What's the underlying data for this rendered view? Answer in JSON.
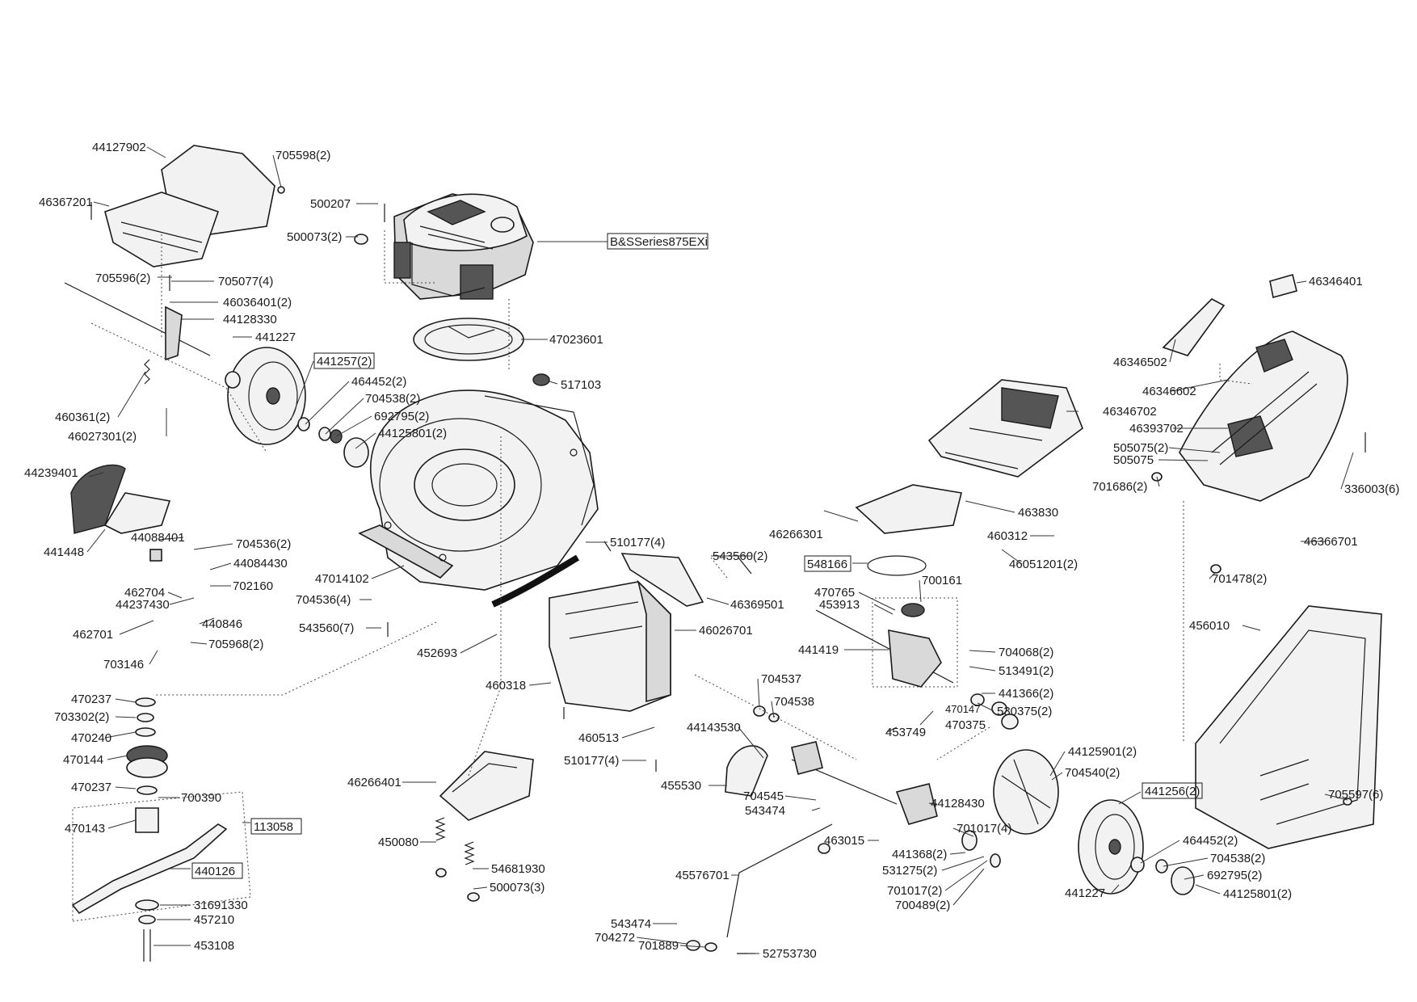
{
  "labels": [
    {
      "id": "l1",
      "text": "44127902"
    },
    {
      "id": "l2",
      "text": "705598(2)"
    },
    {
      "id": "l3",
      "text": "46367201"
    },
    {
      "id": "l4",
      "text": "705596(2)"
    },
    {
      "id": "l5",
      "text": "705077(4)"
    },
    {
      "id": "l6",
      "text": "46036401(2)"
    },
    {
      "id": "l7",
      "text": "44128330"
    },
    {
      "id": "l8",
      "text": "441227"
    },
    {
      "id": "l9",
      "text": "441257(2)",
      "boxed": true
    },
    {
      "id": "l10",
      "text": "464452(2)"
    },
    {
      "id": "l11",
      "text": "704538(2)"
    },
    {
      "id": "l12",
      "text": "692795(2)"
    },
    {
      "id": "l13",
      "text": "44125801(2)"
    },
    {
      "id": "l14",
      "text": "460361(2)"
    },
    {
      "id": "l15",
      "text": "46027301(2)"
    },
    {
      "id": "l16",
      "text": "500207"
    },
    {
      "id": "l17",
      "text": "500073(2)"
    },
    {
      "id": "l18",
      "text": "B&SSeries875EXi",
      "boxed": true
    },
    {
      "id": "l19",
      "text": "47023601"
    },
    {
      "id": "l20",
      "text": "517103"
    },
    {
      "id": "l21",
      "text": "44239401"
    },
    {
      "id": "l22",
      "text": "44088401"
    },
    {
      "id": "l23",
      "text": "441448"
    },
    {
      "id": "l24",
      "text": "704536(2)"
    },
    {
      "id": "l25",
      "text": "44084430"
    },
    {
      "id": "l26",
      "text": "462704"
    },
    {
      "id": "l27",
      "text": "702160"
    },
    {
      "id": "l28",
      "text": "44237430"
    },
    {
      "id": "l29",
      "text": "440846"
    },
    {
      "id": "l30",
      "text": "462701"
    },
    {
      "id": "l31",
      "text": "705968(2)"
    },
    {
      "id": "l32",
      "text": "703146"
    },
    {
      "id": "l33",
      "text": "47014102"
    },
    {
      "id": "l34",
      "text": "704536(4)"
    },
    {
      "id": "l35",
      "text": "543560(7)"
    },
    {
      "id": "l36",
      "text": "510177(4)"
    },
    {
      "id": "l37",
      "text": "543560(2)"
    },
    {
      "id": "l38",
      "text": "46369501"
    },
    {
      "id": "l39",
      "text": "46026701"
    },
    {
      "id": "l40",
      "text": "452693"
    },
    {
      "id": "l41",
      "text": "460318"
    },
    {
      "id": "l42",
      "text": "460513"
    },
    {
      "id": "l43",
      "text": "510177(4)"
    },
    {
      "id": "l44",
      "text": "46266401"
    },
    {
      "id": "l45",
      "text": "450080"
    },
    {
      "id": "l46",
      "text": "54681930"
    },
    {
      "id": "l47",
      "text": "500073(3)"
    },
    {
      "id": "l48",
      "text": "470237"
    },
    {
      "id": "l49",
      "text": "703302(2)"
    },
    {
      "id": "l50",
      "text": "470240"
    },
    {
      "id": "l51",
      "text": "470144"
    },
    {
      "id": "l52",
      "text": "470237"
    },
    {
      "id": "l53",
      "text": "700390"
    },
    {
      "id": "l54",
      "text": "470143"
    },
    {
      "id": "l55",
      "text": "113058",
      "boxed": true
    },
    {
      "id": "l56",
      "text": "440126",
      "boxed": true
    },
    {
      "id": "l57",
      "text": "31691330"
    },
    {
      "id": "l58",
      "text": "457210"
    },
    {
      "id": "l59",
      "text": "453108"
    },
    {
      "id": "l60",
      "text": "46346401"
    },
    {
      "id": "l61",
      "text": "46346502"
    },
    {
      "id": "l62",
      "text": "46346602"
    },
    {
      "id": "l63",
      "text": "46346702"
    },
    {
      "id": "l64",
      "text": "46393702"
    },
    {
      "id": "l65",
      "text": "505075(2)"
    },
    {
      "id": "l66",
      "text": "505075"
    },
    {
      "id": "l67",
      "text": "701686(2)"
    },
    {
      "id": "l68",
      "text": "336003(6)"
    },
    {
      "id": "l69",
      "text": "46266301"
    },
    {
      "id": "l70",
      "text": "463830"
    },
    {
      "id": "l71",
      "text": "460312"
    },
    {
      "id": "l72",
      "text": "46051201(2)"
    },
    {
      "id": "l73",
      "text": "46366701"
    },
    {
      "id": "l74",
      "text": "548166",
      "boxed": true
    },
    {
      "id": "l75",
      "text": "701478(2)"
    },
    {
      "id": "l76",
      "text": "700161"
    },
    {
      "id": "l77",
      "text": "470765"
    },
    {
      "id": "l78",
      "text": "453913"
    },
    {
      "id": "l79",
      "text": "456010"
    },
    {
      "id": "l80",
      "text": "441419"
    },
    {
      "id": "l81",
      "text": "704068(2)"
    },
    {
      "id": "l82",
      "text": "513491(2)"
    },
    {
      "id": "l83",
      "text": "441366(2)"
    },
    {
      "id": "l84",
      "text": "470147"
    },
    {
      "id": "l85",
      "text": "530375(2)"
    },
    {
      "id": "l86",
      "text": "453749"
    },
    {
      "id": "l87",
      "text": "470375"
    },
    {
      "id": "l88",
      "text": "704537"
    },
    {
      "id": "l89",
      "text": "704538"
    },
    {
      "id": "l90",
      "text": "44143530"
    },
    {
      "id": "l91",
      "text": "455530"
    },
    {
      "id": "l92",
      "text": "704545"
    },
    {
      "id": "l93",
      "text": "543474"
    },
    {
      "id": "l94",
      "text": "44125901(2)"
    },
    {
      "id": "l95",
      "text": "704540(2)"
    },
    {
      "id": "l96",
      "text": "441256(2)",
      "boxed": true
    },
    {
      "id": "l97",
      "text": "44128430"
    },
    {
      "id": "l98",
      "text": "705597(6)"
    },
    {
      "id": "l99",
      "text": "463015"
    },
    {
      "id": "l100",
      "text": "701017(4)"
    },
    {
      "id": "l101",
      "text": "441368(2)"
    },
    {
      "id": "l102",
      "text": "531275(2)"
    },
    {
      "id": "l103",
      "text": "464452(2)"
    },
    {
      "id": "l104",
      "text": "704538(2)"
    },
    {
      "id": "l105",
      "text": "692795(2)"
    },
    {
      "id": "l106",
      "text": "44125801(2)"
    },
    {
      "id": "l107",
      "text": "701017(2)"
    },
    {
      "id": "l108",
      "text": "700489(2)"
    },
    {
      "id": "l109",
      "text": "441227"
    },
    {
      "id": "l110",
      "text": "45576701"
    },
    {
      "id": "l111",
      "text": "543474"
    },
    {
      "id": "l112",
      "text": "704272"
    },
    {
      "id": "l113",
      "text": "701889"
    },
    {
      "id": "l114",
      "text": "52753730"
    }
  ]
}
